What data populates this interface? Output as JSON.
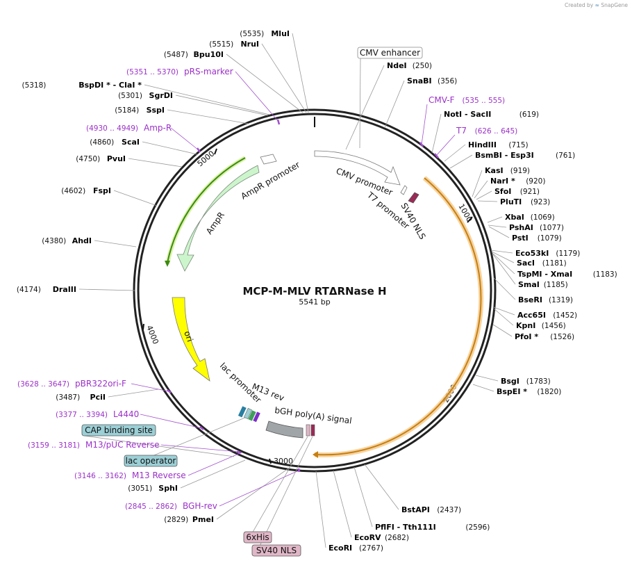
{
  "brand": {
    "created_by": "Created by",
    "app_name": "SnapGene"
  },
  "map": {
    "title": "MCP-M-MLV RTΔRNase H",
    "length_label": "5541 bp",
    "total_bp": 5541,
    "ticks": [
      "1000",
      "2000",
      "3000",
      "4000",
      "5000"
    ]
  },
  "sites": [
    {
      "name": "MluI",
      "pos": "(5535)"
    },
    {
      "name": "NruI",
      "pos": "(5515)"
    },
    {
      "name": "Bpu10I",
      "pos": "(5487)"
    },
    {
      "name": "BspDI *",
      "pos": "(5318)",
      "name2": "ClaI *"
    },
    {
      "name": "SgrDI",
      "pos": "(5301)"
    },
    {
      "name": "SspI",
      "pos": "(5184)"
    },
    {
      "name": "ScaI",
      "pos": "(4860)"
    },
    {
      "name": "PvuI",
      "pos": "(4750)"
    },
    {
      "name": "FspI",
      "pos": "(4602)"
    },
    {
      "name": "AhdI",
      "pos": "(4380)"
    },
    {
      "name": "DraIII",
      "pos": "(4174)"
    },
    {
      "name": "PciI",
      "pos": "(3487)"
    },
    {
      "name": "SphI",
      "pos": "(3051)"
    },
    {
      "name": "PmeI",
      "pos": "(2829)"
    },
    {
      "name": "NdeI",
      "pos": "(250)"
    },
    {
      "name": "SnaBI",
      "pos": "(356)"
    },
    {
      "name": "NotI",
      "pos": "(619)",
      "name2": "SacII"
    },
    {
      "name": "HindIII",
      "pos": "(715)"
    },
    {
      "name": "BsmBI",
      "pos": "(761)",
      "name2": "Esp3I"
    },
    {
      "name": "KasI",
      "pos": "(919)"
    },
    {
      "name": "NarI *",
      "pos": "(920)"
    },
    {
      "name": "SfoI",
      "pos": "(921)"
    },
    {
      "name": "PluTI",
      "pos": "(923)"
    },
    {
      "name": "XbaI",
      "pos": "(1069)"
    },
    {
      "name": "PshAI",
      "pos": "(1077)"
    },
    {
      "name": "PstI",
      "pos": "(1079)"
    },
    {
      "name": "Eco53kI",
      "pos": "(1179)"
    },
    {
      "name": "SacI",
      "pos": "(1181)"
    },
    {
      "name": "TspMI",
      "pos": "(1183)",
      "name2": "XmaI"
    },
    {
      "name": "SmaI",
      "pos": "(1185)"
    },
    {
      "name": "BseRI",
      "pos": "(1319)"
    },
    {
      "name": "Acc65I",
      "pos": "(1452)"
    },
    {
      "name": "KpnI",
      "pos": "(1456)"
    },
    {
      "name": "PfoI *",
      "pos": "(1526)"
    },
    {
      "name": "BsgI",
      "pos": "(1783)"
    },
    {
      "name": "BspEI *",
      "pos": "(1820)"
    },
    {
      "name": "BstAPI",
      "pos": "(2437)"
    },
    {
      "name": "PflFI",
      "pos": "(2596)",
      "name2": "Tth111I"
    },
    {
      "name": "EcoRV",
      "pos": "(2682)"
    },
    {
      "name": "EcoRI",
      "pos": "(2767)"
    }
  ],
  "primers": [
    {
      "name": "pRS-marker",
      "range": "(5351 .. 5370)"
    },
    {
      "name": "Amp-R",
      "range": "(4930 .. 4949)"
    },
    {
      "name": "CMV-F",
      "range": "(535 .. 555)"
    },
    {
      "name": "T7",
      "range": "(626 .. 645)"
    },
    {
      "name": "pBR322ori-F",
      "range": "(3628 .. 3647)"
    },
    {
      "name": "L4440",
      "range": "(3377 .. 3394)"
    },
    {
      "name": "M13/pUC Reverse",
      "range": "(3159 .. 3181)"
    },
    {
      "name": "M13 Reverse",
      "range": "(3146 .. 3162)"
    },
    {
      "name": "BGH-rev",
      "range": "(2845 .. 2862)"
    }
  ],
  "feature_boxes": {
    "cmv_enhancer": "CMV enhancer",
    "cap_binding_site": "CAP binding site",
    "lac_operator": "lac operator",
    "six_his": "6xHis",
    "sv40_nls": "SV40 NLS"
  },
  "features": {
    "cmv_promoter": "CMV promoter",
    "t7_promoter": "T7 promoter",
    "sv40_nls": "SV40 NLS",
    "ampr_promoter": "AmpR promoter",
    "ampr": "AmpR",
    "ori": "ori",
    "lac_promoter": "lac promoter",
    "m13_rev": "M13 rev",
    "bgh_polya": "bGH poly(A) signal"
  },
  "colors": {
    "site_text": "#000000",
    "primer_text": "#9b30c9",
    "ampr_fill": "#ccf5cc",
    "ori_fill": "#ffff00",
    "orf_highlight": "#f5c98a",
    "orf_arrow": "#c77f10",
    "ampr_orf_arrow": "#3d8a10",
    "cap_box": "#9ccfd6",
    "his_box": "#e0b7c7",
    "bgh_fill": "#a0a5a8"
  }
}
